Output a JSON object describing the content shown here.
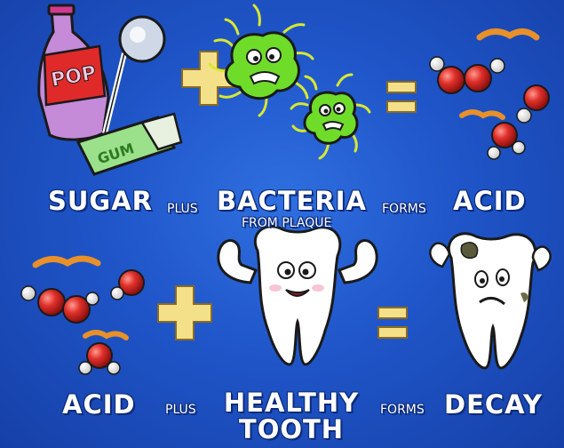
{
  "row1": {
    "term1": "SUGAR",
    "op1": "PLUS",
    "term2": "BACTERIA",
    "term2_sub": "FROM PLAQUE",
    "op2": "FORMS",
    "result": "ACID"
  },
  "row2": {
    "term1": "ACID",
    "op1": "PLUS",
    "term2_line1": "HEALTHY",
    "term2_line2": "TOOTH",
    "op2": "FORMS",
    "result": "DECAY"
  },
  "labels": {
    "bottle": "POP",
    "gum": "GUM"
  },
  "colors": {
    "background": "#1f55c8",
    "text": "#ffffff",
    "plus_sign": "#f5e08a",
    "bacteria": "#6fdc2a",
    "acid_molecule": "#e0302a",
    "tooth": "#ffffff"
  },
  "icons": [
    "soda-bottle-icon",
    "lollipop-icon",
    "gum-pack-icon",
    "plus-sign-icon",
    "bacteria-icon",
    "equals-sign-icon",
    "acid-molecule-icon",
    "healthy-tooth-icon",
    "decayed-tooth-icon"
  ]
}
